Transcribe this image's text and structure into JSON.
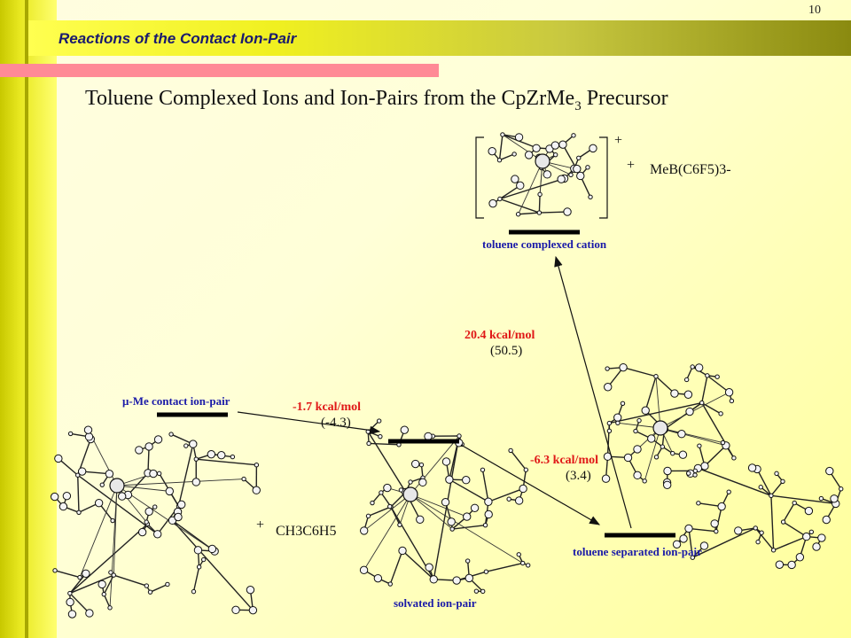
{
  "header": {
    "section_title": "Reactions of the Contact Ion-Pair",
    "page_number": "10"
  },
  "main_title": {
    "text_before": "Toluene Complexed Ions and Ion-Pairs from the CpZrMe",
    "subscript": "3",
    "text_after": " Precursor"
  },
  "diagram": {
    "species": {
      "contact_ion_pair": {
        "label": "μ-Me contact ion-pair",
        "plus_text": "+",
        "coproduct": "CH3C6H5"
      },
      "solvated_ion_pair": {
        "label": "solvated ion-pair"
      },
      "toluene_separated": {
        "label": "toluene separated ion-pair"
      },
      "toluene_cation": {
        "label": "toluene complexed cation",
        "charge": "+",
        "plus_text": "+",
        "counter_anion": "MeB(C6F5)3-"
      }
    },
    "transitions": [
      {
        "energy": "-1.7 kcal/mol",
        "value": "(-4.3)"
      },
      {
        "energy": "-6.3 kcal/mol",
        "value": "(3.4)"
      },
      {
        "energy": "20.4 kcal/mol",
        "value": "(50.5)"
      }
    ],
    "colors": {
      "label_blue": "#1a1aa8",
      "energy_red": "#e01818",
      "level_bar": "#000000"
    }
  }
}
